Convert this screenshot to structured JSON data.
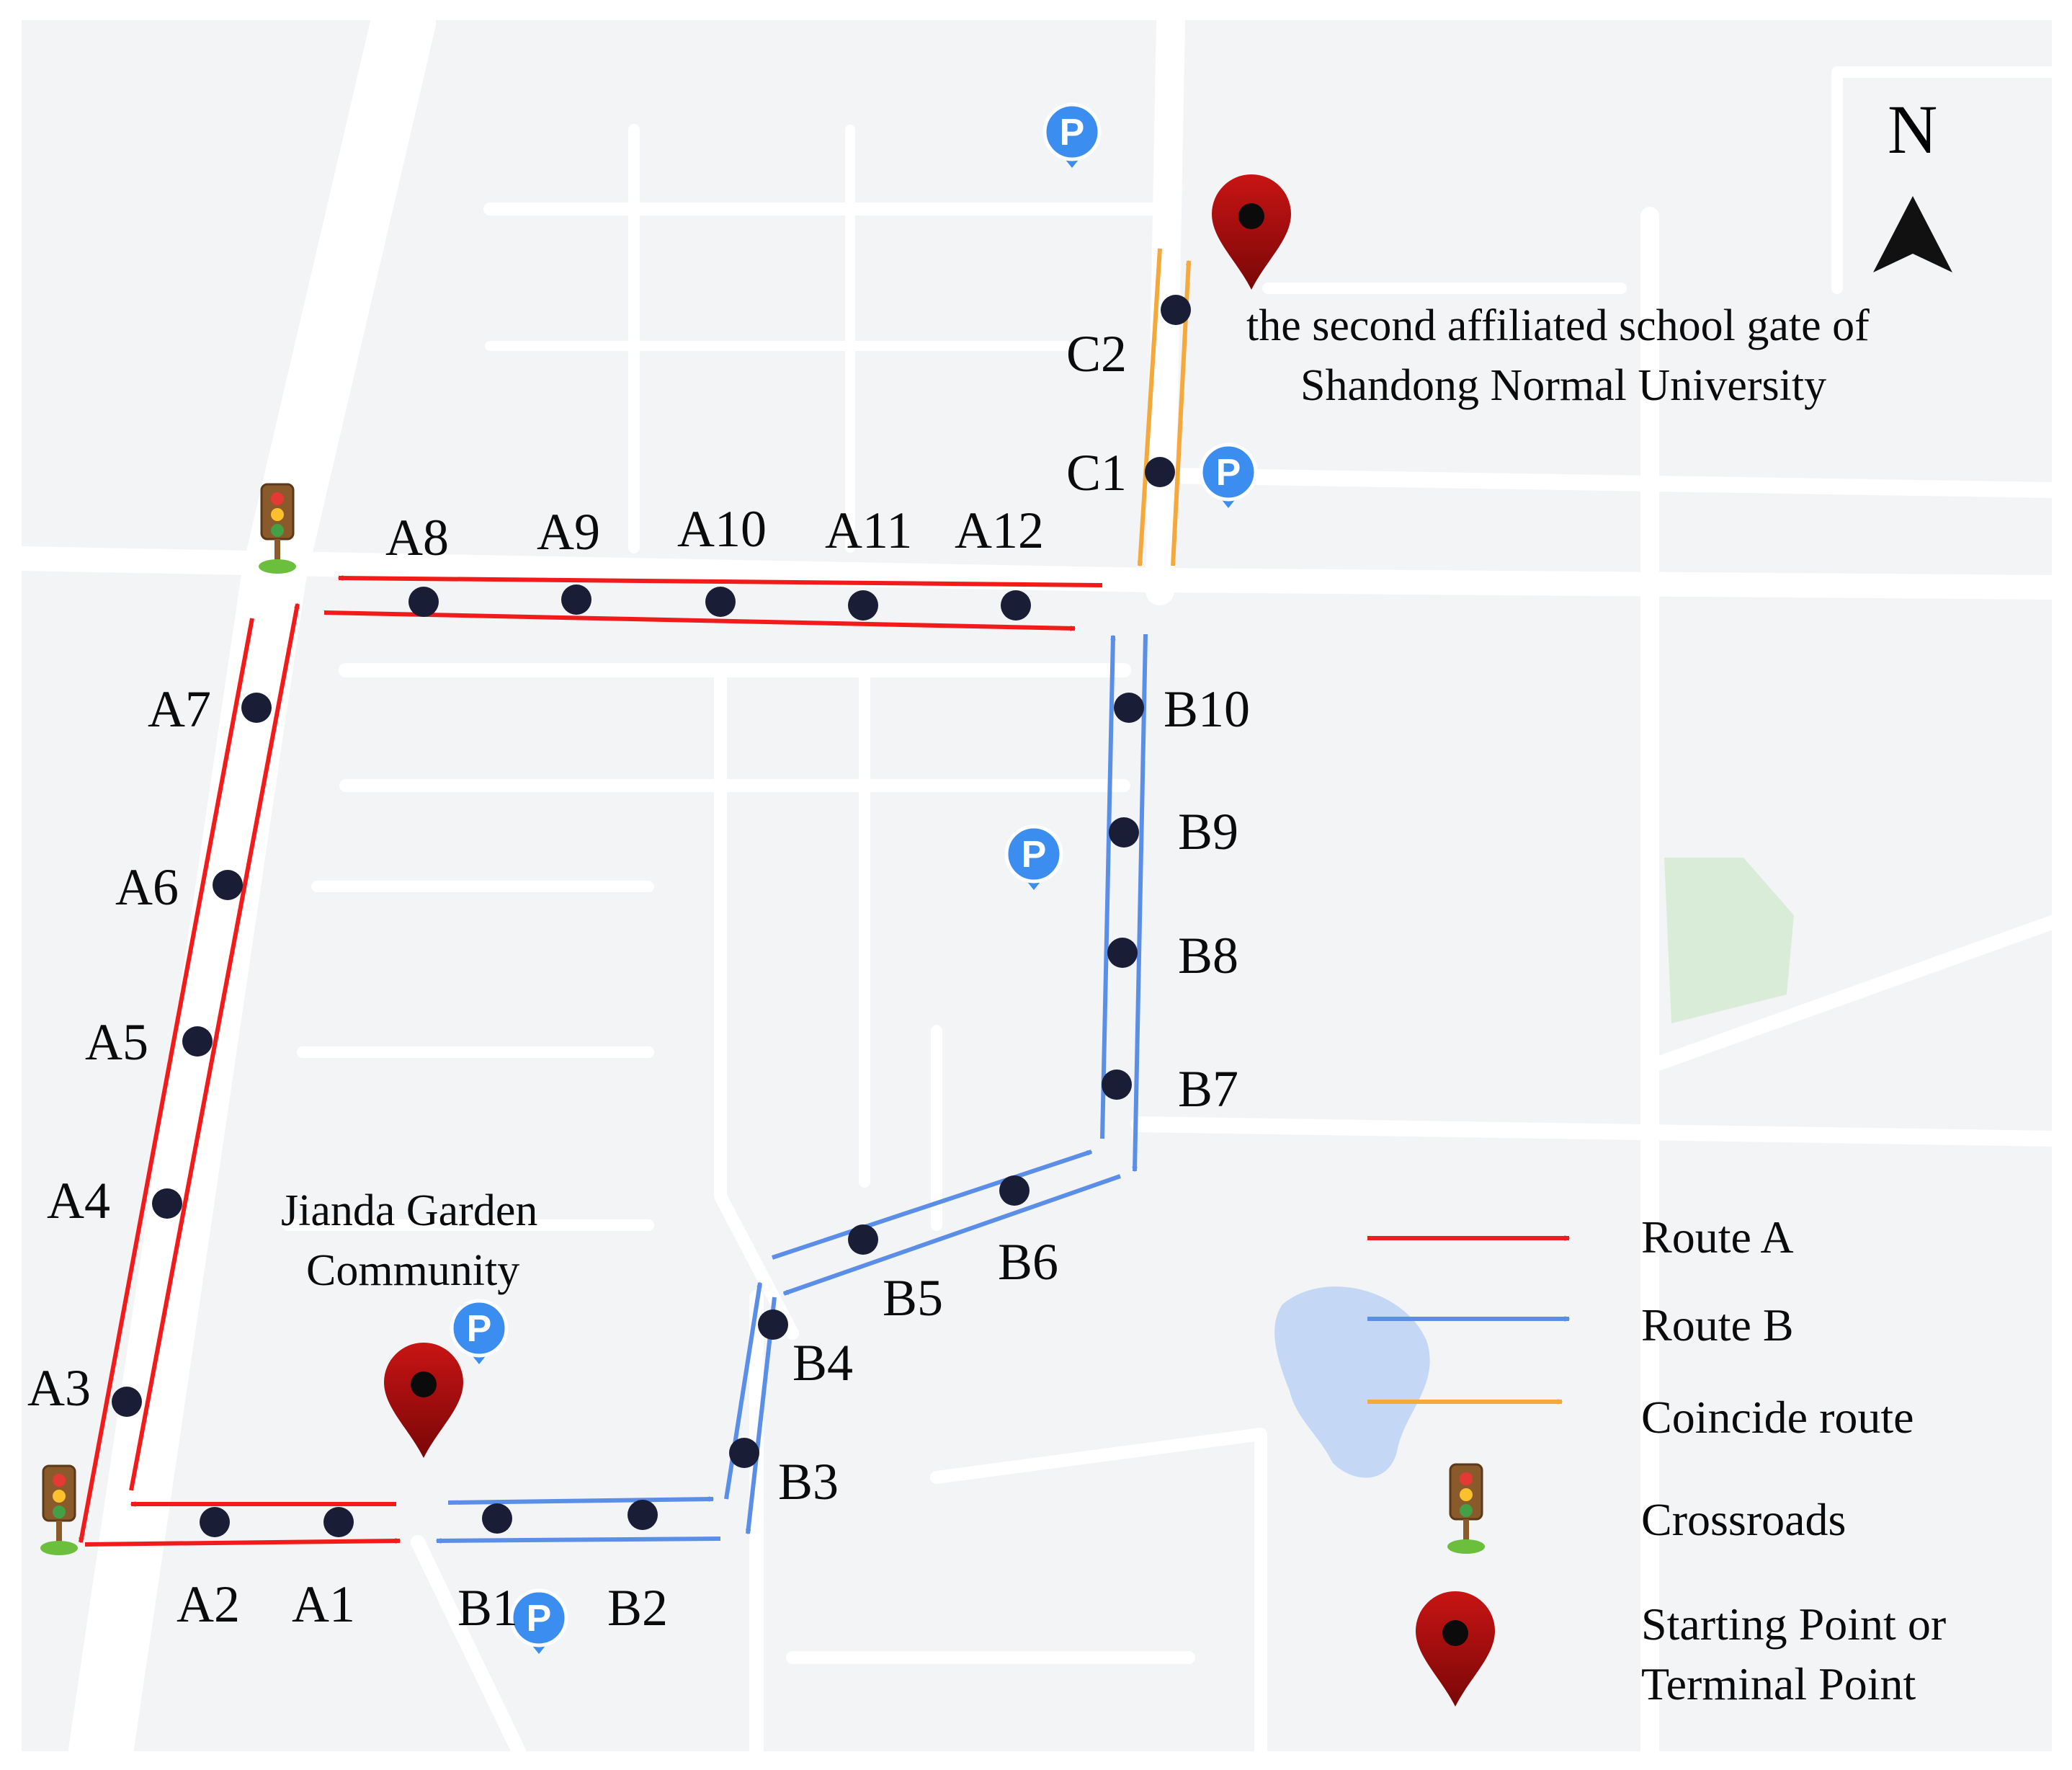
{
  "compass": {
    "label": "N",
    "icon": "north-arrow-icon"
  },
  "colors": {
    "background": "#f3f4f6",
    "road": "#ffffff",
    "route_a": "#f21b1b",
    "route_b": "#5b8ee6",
    "coincide": "#f5a83b",
    "node": "#1a1d36",
    "pin": "#a80c0c",
    "parking": "#3b8ef0",
    "park_green": "#d9ecd8",
    "water": "#c4d8f5"
  },
  "places": {
    "destination_line1": "the second affiliated school gate of",
    "destination_line2": "Shandong Normal University",
    "origin_line1": "Jianda Garden",
    "origin_line2": "Community"
  },
  "parking_symbol": "P",
  "route_a": {
    "name": "Route A",
    "nodes": [
      "A1",
      "A2",
      "A3",
      "A4",
      "A5",
      "A6",
      "A7",
      "A8",
      "A9",
      "A10",
      "A11",
      "A12"
    ]
  },
  "route_b": {
    "name": "Route B",
    "nodes": [
      "B1",
      "B2",
      "B3",
      "B4",
      "B5",
      "B6",
      "B7",
      "B8",
      "B9",
      "B10"
    ]
  },
  "route_c": {
    "name": "Coincide route",
    "nodes": [
      "C1",
      "C2"
    ]
  },
  "legend": {
    "route_a": "Route A",
    "route_b": "Route B",
    "coincide": "Coincide route",
    "crossroads": "Crossroads",
    "endpoint_line1": "Starting Point or",
    "endpoint_line2": "Terminal Point"
  }
}
